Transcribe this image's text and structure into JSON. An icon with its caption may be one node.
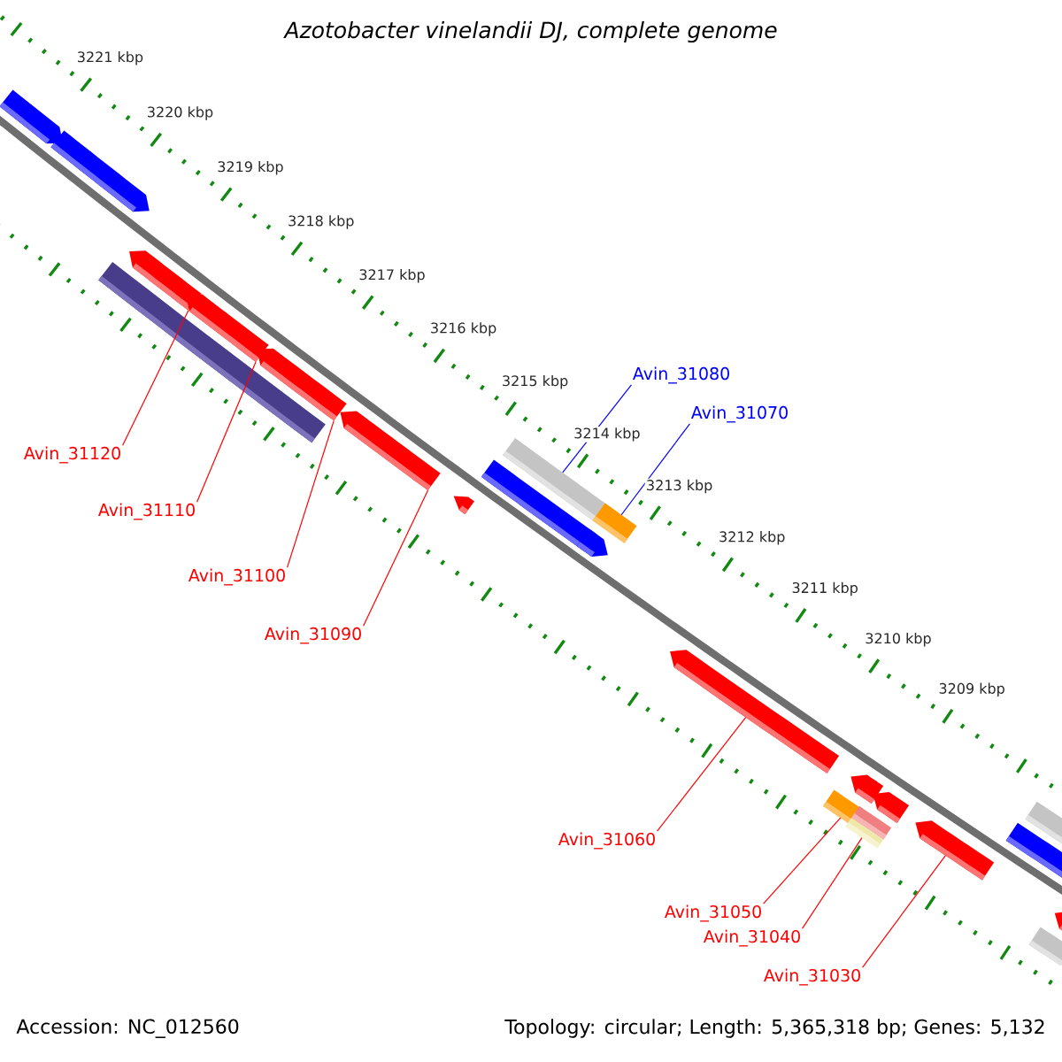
{
  "diagram": {
    "title": "Azotobacter vinelandii DJ, complete genome",
    "nodes": [
      {
        "text": [
          "Avin_31080"
        ]
      },
      {
        "text": [
          "Avin_31070"
        ]
      },
      {
        "text": [
          "Avin_31120"
        ]
      },
      {
        "text": [
          "Avin_31110"
        ]
      },
      {
        "text": [
          "Avin_31100"
        ]
      },
      {
        "text": [
          "Avin_31090"
        ]
      },
      {
        "text": [
          "Avin_31060"
        ]
      },
      {
        "text": [
          "Avin_31050"
        ]
      },
      {
        "text": [
          "Avin_31040"
        ]
      },
      {
        "text": [
          "Avin_31030"
        ]
      },
      {
        "text": [],
        "shape": "arrow"
      },
      {
        "text": [],
        "shape": "arrow"
      },
      {
        "text": [],
        "shape": "bar"
      },
      {
        "text": [],
        "shape": "arrow"
      },
      {
        "text": [],
        "shape": "arrow"
      },
      {
        "text": [],
        "shape": "arrow"
      },
      {
        "text": [],
        "shape": "arrow"
      },
      {
        "text": [],
        "shape": "arrow"
      },
      {
        "text": [],
        "shape": "arrow"
      },
      {
        "text": [],
        "shape": "bar"
      },
      {
        "text": [],
        "shape": "bar"
      },
      {
        "text": [],
        "shape": "arrow"
      },
      {
        "text": [],
        "shape": "arrow"
      },
      {
        "text": [],
        "shape": "bar"
      },
      {
        "text": [],
        "shape": "arrow"
      },
      {
        "text": [],
        "shape": "bar"
      },
      {
        "text": [],
        "shape": "bar"
      },
      {
        "text": [],
        "shape": "arrow"
      },
      {
        "text": [],
        "shape": "arrow"
      },
      {
        "text": [],
        "shape": "arrow"
      },
      {
        "text": [],
        "shape": "bar"
      },
      {
        "text": [],
        "shape": "bar"
      },
      {
        "text": [],
        "shape": "arrow"
      }
    ],
    "edges": [
      {
        "from": 0,
        "to": 19,
        "arrow": "none",
        "color": "#0000ff"
      },
      {
        "from": 1,
        "to": 20,
        "arrow": "none",
        "color": "#0000ff"
      },
      {
        "from": 2,
        "to": 13,
        "arrow": "none"
      },
      {
        "from": 3,
        "to": 14,
        "arrow": "none"
      },
      {
        "from": 4,
        "to": 15,
        "arrow": "none"
      },
      {
        "from": 5,
        "to": 16,
        "arrow": "none"
      },
      {
        "from": 6,
        "to": 22,
        "arrow": "none"
      },
      {
        "from": 7,
        "to": 23,
        "arrow": "none"
      },
      {
        "from": 8,
        "to": 26,
        "arrow": "none"
      },
      {
        "from": 9,
        "to": 28,
        "arrow": "none"
      }
    ],
    "labels": [
      "3221 kbp",
      "3220 kbp",
      "3219 kbp",
      "3218 kbp",
      "3217 kbp",
      "3216 kbp",
      "3215 kbp",
      "3214 kbp",
      "3213 kbp",
      "3212 kbp",
      "3211 kbp",
      "3210 kbp",
      "3209 kbp",
      "Accession: NC_012560",
      "Topology: circular; Length: 5,365,318 bp; Genes: 5,132"
    ]
  }
}
